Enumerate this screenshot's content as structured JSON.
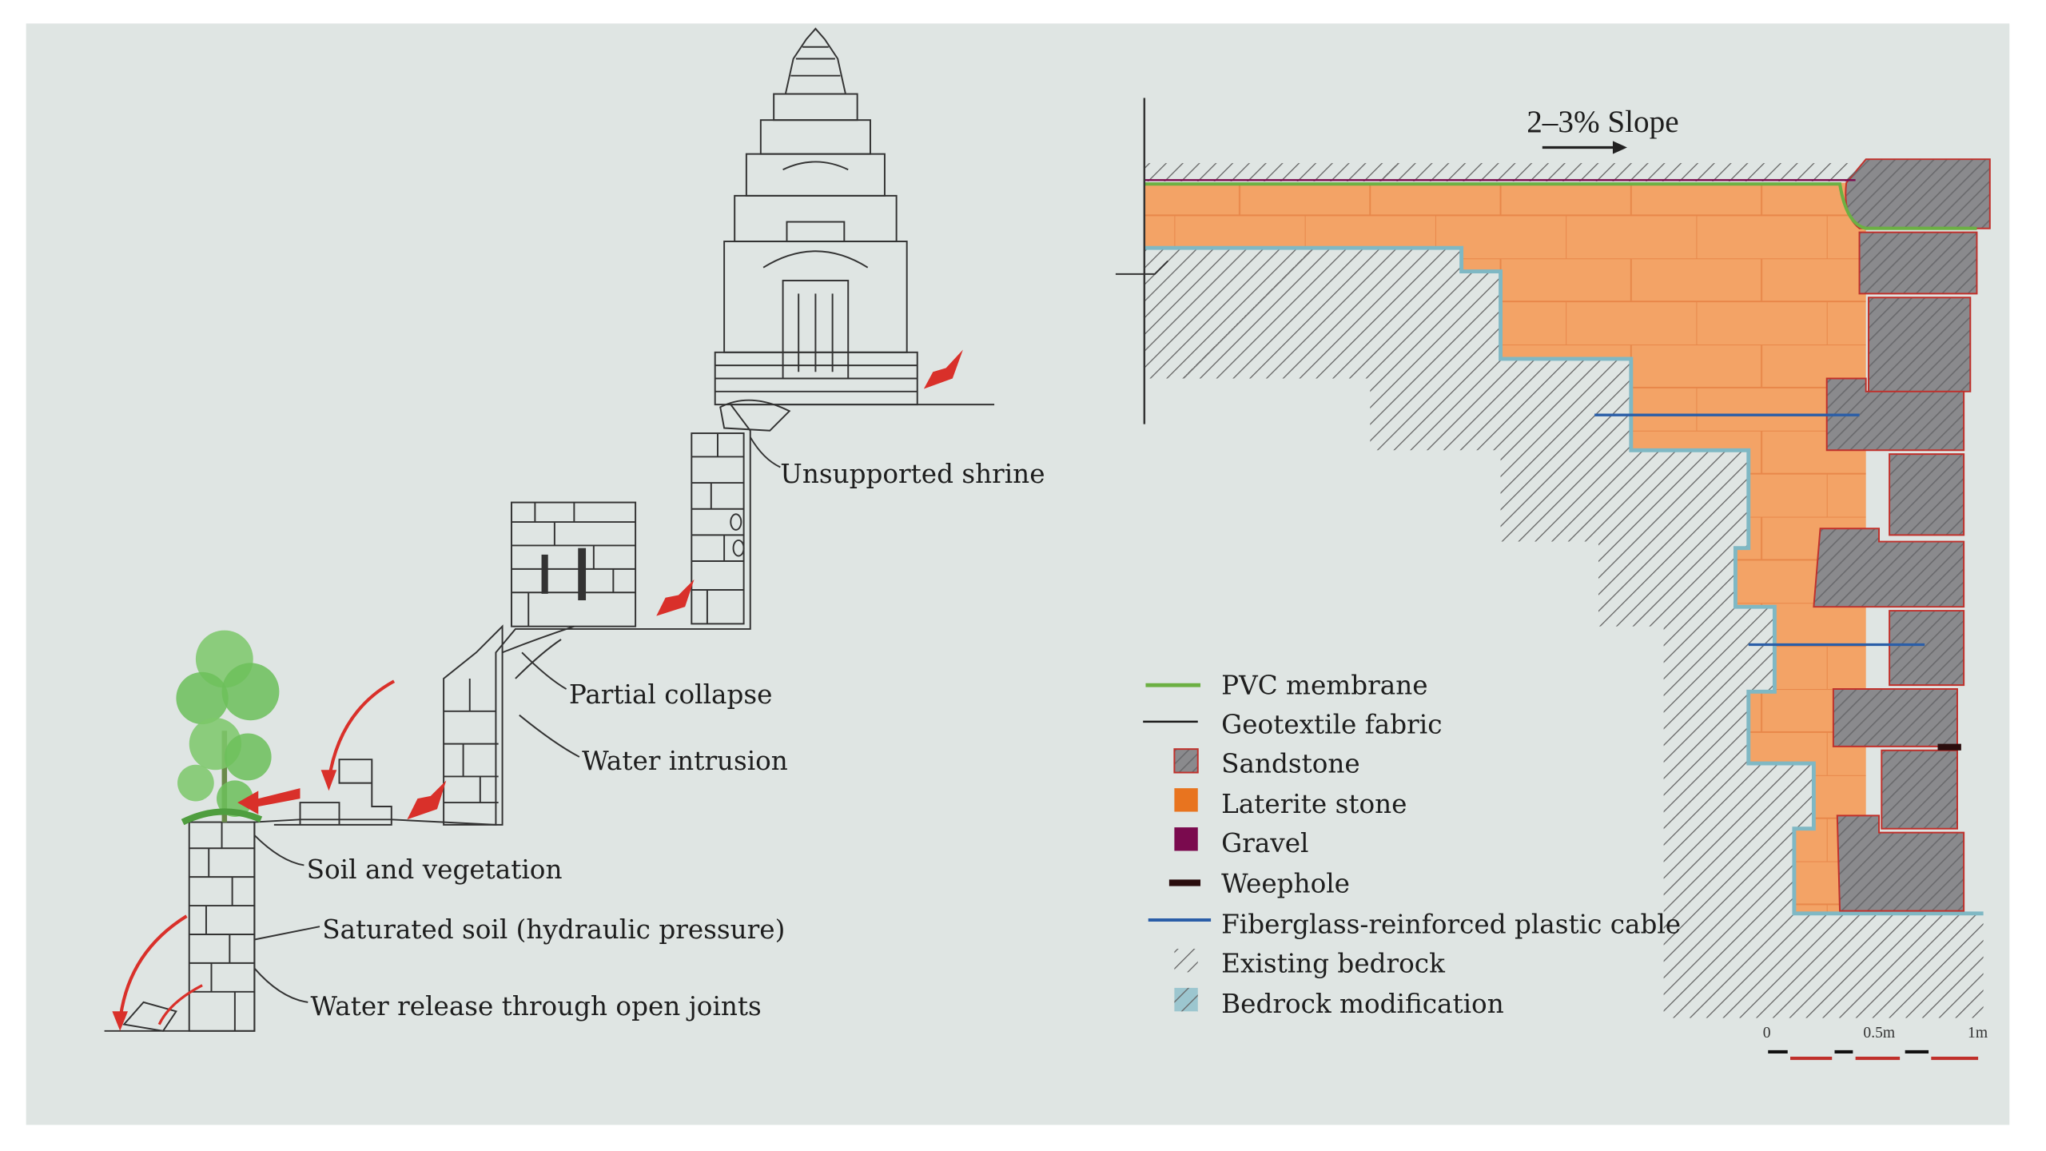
{
  "left_labels": {
    "unsupported_shrine": "Unsupported shrine",
    "partial_collapse": "Partial collapse",
    "water_intrusion": "Water intrusion",
    "soil_vegetation": "Soil and vegetation",
    "saturated_soil": "Saturated soil (hydraulic pressure)",
    "water_release": "Water release through open joints"
  },
  "section": {
    "slope_label": "2–3% Slope"
  },
  "legend": [
    {
      "label": "PVC membrane",
      "icon": "green-line",
      "color": "#6cb043"
    },
    {
      "label": "Geotextile fabric",
      "icon": "black-line",
      "color": "#1a1a1a"
    },
    {
      "label": "Sandstone",
      "icon": "red-outlined-hatch",
      "color": "#c0302b"
    },
    {
      "label": "Laterite stone",
      "icon": "orange-square",
      "color": "#e8741f"
    },
    {
      "label": "Gravel",
      "icon": "purple-square",
      "color": "#7a0a4e"
    },
    {
      "label": "Weephole",
      "icon": "dark-bar",
      "color": "#2a0d0d"
    },
    {
      "label": "Fiberglass-reinforced plastic cable",
      "icon": "blue-line",
      "color": "#2a5ea8"
    },
    {
      "label": "Existing bedrock",
      "icon": "gray-hatch",
      "color": "#555555"
    },
    {
      "label": "Bedrock modification",
      "icon": "blue-hatch",
      "color": "#7fb8c4"
    }
  ],
  "scale_bar": {
    "ticks": [
      "0",
      "0.5m",
      "1m"
    ]
  },
  "colors": {
    "board": "#dfe5e3",
    "laterite": "#f3a366",
    "sandstone": "#8e8e90",
    "bedrock_outline": "#7fb8c4",
    "arrow": "#d9302a",
    "tree": "#6cbf5a"
  }
}
